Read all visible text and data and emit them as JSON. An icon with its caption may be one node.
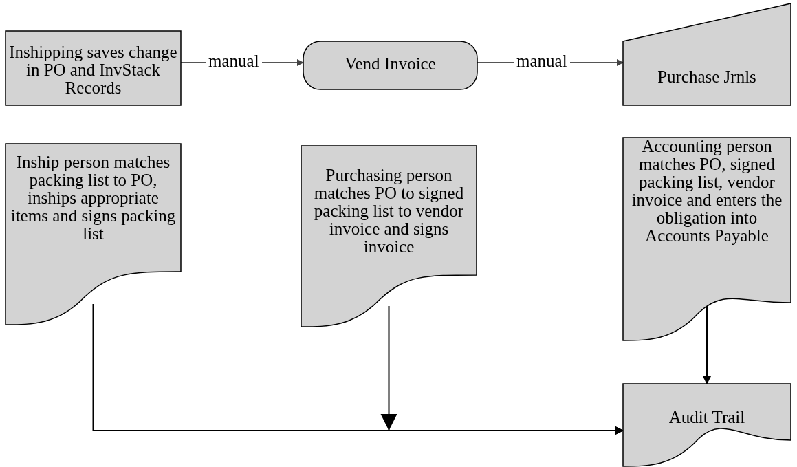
{
  "diagram": {
    "nodes": [
      {
        "text": [
          "Inshipping saves change in PO and InvStack Records"
        ]
      },
      {
        "text": [
          "Vend Invoice"
        ]
      },
      {
        "text": [
          "Purchase Jrnls"
        ]
      },
      {
        "text": [
          "Inship person matches packing list to PO, inships appropriate items and signs packing list"
        ]
      },
      {
        "text": [
          "Purchasing person matches PO to signed packing list to vendor invoice and signs invoice"
        ]
      },
      {
        "text": [
          "Accounting person matches PO, signed packing list, vendor invoice and enters the obligation into Accounts Payable"
        ]
      },
      {
        "text": [
          "Audit Trail"
        ]
      }
    ],
    "edges": [
      {
        "from": 0,
        "to": 1,
        "arrow": "to",
        "label": "manual"
      },
      {
        "from": 1,
        "to": 2,
        "arrow": "to",
        "label": "manual"
      },
      {
        "from": 3,
        "to": 6,
        "arrow": "to"
      },
      {
        "from": 4,
        "to": 6,
        "arrow": "to"
      },
      {
        "from": 5,
        "to": 6,
        "arrow": "to"
      }
    ]
  }
}
